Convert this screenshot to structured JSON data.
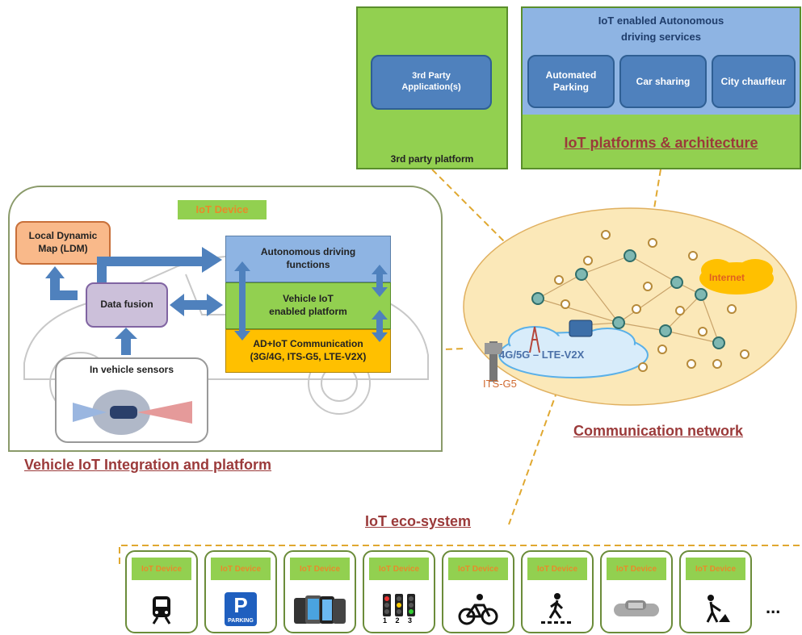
{
  "third_party": {
    "app_label_line1": "3rd Party",
    "app_label_line2": "Application(s)",
    "platform_label": "3rd party platform"
  },
  "iot_services": {
    "title_line1": "IoT enabled Autonomous",
    "title_line2": "driving services",
    "services": [
      "Automated Parking",
      "Car sharing",
      "City chauffeur"
    ],
    "platform_title": "IoT platforms & architecture"
  },
  "vehicle": {
    "iot_device_label": "IoT Device",
    "ldm_line1": "Local Dynamic",
    "ldm_line2": "Map (LDM)",
    "data_fusion": "Data fusion",
    "adf_line1": "Autonomous driving",
    "adf_line2": "functions",
    "viep_line1": "Vehicle IoT",
    "viep_line2": "enabled platform",
    "comm_line1": "AD+IoT Communication",
    "comm_line2": "(3G/4G, ITS-G5, LTE-V2X)",
    "sensors": "In vehicle sensors",
    "caption": "Vehicle IoT Integration and platform"
  },
  "network": {
    "internet": "Internet",
    "cell": "4G/5G – LTE-V2X",
    "its": "ITS-G5",
    "caption": "Communication network"
  },
  "ecosystem": {
    "title": "IoT eco-system",
    "devices": [
      {
        "label": "IoT Device",
        "icon": "train-icon"
      },
      {
        "label": "IoT Device",
        "icon": "parking-icon",
        "sign": "P",
        "sign_sub": "PARKING"
      },
      {
        "label": "IoT Device",
        "icon": "smartphones-icon"
      },
      {
        "label": "IoT Device",
        "icon": "traffic-lights-icon",
        "sub": "1 2 3"
      },
      {
        "label": "IoT Device",
        "icon": "bicycle-icon"
      },
      {
        "label": "IoT Device",
        "icon": "pedestrian-icon"
      },
      {
        "label": "IoT Device",
        "icon": "car-icon"
      },
      {
        "label": "IoT Device",
        "icon": "roadworks-icon"
      }
    ],
    "more": "..."
  },
  "colors": {
    "green": "#92d050",
    "blue": "#8eb4e3",
    "dark_blue": "#4f81bd",
    "orange": "#ffc000",
    "caption_red": "#9b3a3a",
    "connector": "#e0a830"
  }
}
